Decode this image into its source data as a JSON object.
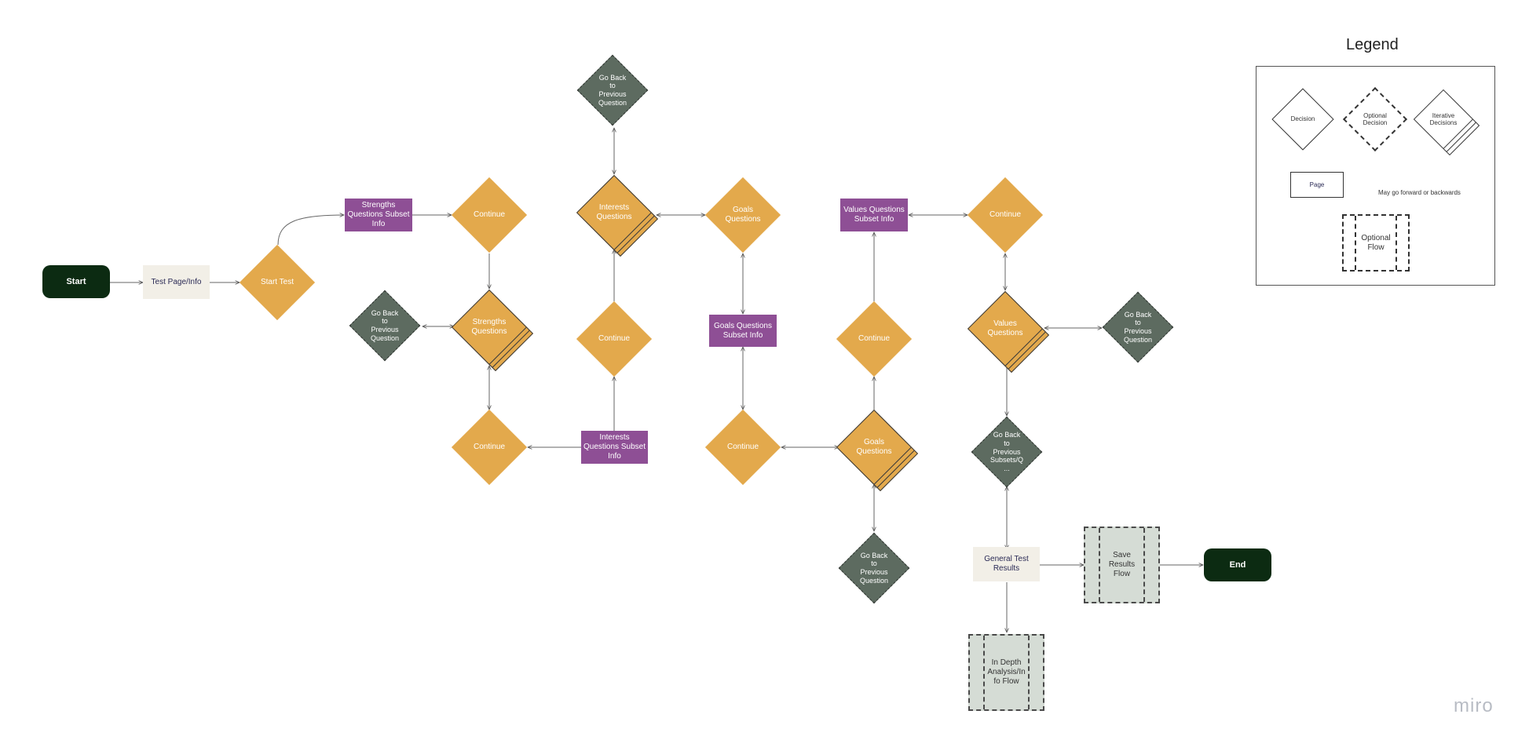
{
  "nodes": {
    "start": "Start",
    "test_page": "Test Page/Info",
    "start_test": "Start Test",
    "strengths_subset": "Strengths\nQuestions Subset\nInfo",
    "continue_1": "Continue",
    "strengths_questions": "Strengths\nQuestions",
    "go_back_strengths": "Go Back\nto\nPrevious\nQuestion",
    "continue_2": "Continue",
    "interests_subset": "Interests\nQuestions Subset\nInfo",
    "continue_3": "Continue",
    "interests_questions": "Interests\nQuestions",
    "go_back_interests": "Go Back\nto\nPrevious\nQuestion",
    "goals_questions_top": "Goals\nQuestions",
    "goals_subset": "Goals Questions\nSubset Info",
    "continue_4": "Continue",
    "goals_questions": "Goals\nQuestions",
    "go_back_goals": "Go Back\nto\nPrevious\nQuestion",
    "continue_5": "Continue",
    "values_subset": "Values Questions\nSubset Info",
    "continue_6": "Continue",
    "values_questions": "Values\nQuestions",
    "go_back_values": "Go Back\nto\nPrevious\nQuestion",
    "go_back_subsets": "Go Back\nto\nPrevious\nSubsets/Q\n...",
    "general_results": "General Test\nResults",
    "save_results": "Save\nResults\nFlow",
    "end": "End",
    "in_depth": "In Depth\nAnalysis/In\nfo Flow"
  },
  "legend": {
    "title": "Legend",
    "decision": "Decision",
    "optional_decision": "Optional\nDecision",
    "iterative": "Iterative\nDecisions",
    "page": "Page",
    "arrow_note": "May go forward or backwards",
    "optional_flow": "Optional\nFlow"
  },
  "watermark": "miro",
  "colors": {
    "terminal": "#0c2b12",
    "decision": "#e3a94c",
    "go_back": "#5d6b60",
    "subset_info": "#8e4f95",
    "page": "#f2efe7",
    "optional_flow": "#d5dcd5"
  }
}
